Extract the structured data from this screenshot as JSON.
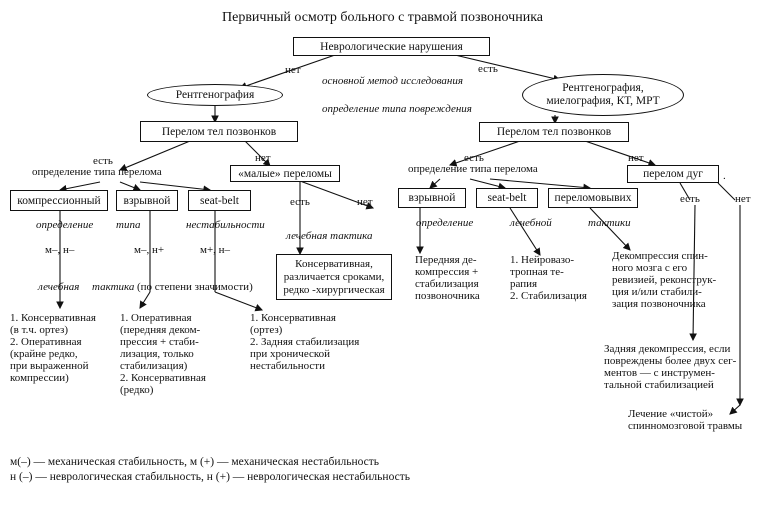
{
  "title": "Первичный осмотр больного с травмой позвоночника",
  "nodes": {
    "neuro": "Неврологические нарушения",
    "xray_left": "Рентгенография",
    "xray_right": "Рентгенография,\nмиелография, КТ, МРТ",
    "fracture_left": "Перелом тел позвонков",
    "fracture_right": "Перелом тел позвонков",
    "compression": "компрессионный",
    "burst_left": "взрывной",
    "seatbelt_left": "seat-belt",
    "minor": "«малые» переломы",
    "burst_right": "взрывной",
    "seatbelt_right": "seat-belt",
    "transverse": "переломовывих",
    "arch": "перелом дуг",
    "conservative_box": "Консервативная,\nразличается сроками,\nредко -хирургическая"
  },
  "labels": {
    "no1": "нет",
    "yes1": "есть",
    "main_method": "основной метод исследования",
    "damage_type": "определение типа повреждения",
    "yes_left": "есть",
    "no_left": "нет",
    "fracture_type_left": "определение типа перелома",
    "yes_right": "есть",
    "no_right": "нет",
    "fracture_type_right": "определение типа перелома",
    "define_left": "определение",
    "type_left": "типа",
    "instability_left": "нестабильности",
    "mn1": "м–, н–",
    "mn2": "м–, н+",
    "mn3": "м+, н–",
    "tactics_left": "лечебная",
    "tactics_left2": "тактика",
    "priority": "(по степени значимости)",
    "yes_minor": "есть",
    "no_minor": "нет",
    "minor_tactics": "лечебная тактика",
    "define_right": "определение",
    "tactics_right": "лечебной",
    "tactics_right2": "тактики",
    "yes_arch": "есть",
    "no_arch": "нет",
    "dot": "."
  },
  "texts": {
    "col1": "1. Консервативная\n    (в т.ч. ортез)\n2. Оперативная\n    (крайне редко,\n    при выраженной\n    компрессии)",
    "col2": "1. Оперативная\n    (передняя деком-\n    прессия + стаби-\n    лизация, только\n    стабилизация)\n2. Консервативная\n    (редко)",
    "col3": "1. Консервативная\n    (ортез)\n2. Задняя стабилизация\n    при хронической\n    нестабильности",
    "burst_treat": "Передняя де-\nкомпрессия +\nстабилизация\nпозвоночника",
    "seatbelt_treat": "1. Нейровазо-\n    тропная те-\n    рапия\n2. Стабилизация",
    "transverse_treat": "Декомпрессия спин-\nного мозга с его\nревизией, реконструк-\nция и/или стабили-\nзация позвоночника",
    "posterior": "Задняя декомпрессия, если\nповреждены более двух сег-\nментов — с инструмен-\nтальной стабилизацией",
    "pure": "Лечение «чистой»\nспинномозговой травмы"
  },
  "legend": {
    "line1": "м(–) — механическая стабильность,  м (+) — механическая нестабильность",
    "line2": "н (–) — неврологическая стабильность, н (+) — неврологическая нестабильность"
  }
}
